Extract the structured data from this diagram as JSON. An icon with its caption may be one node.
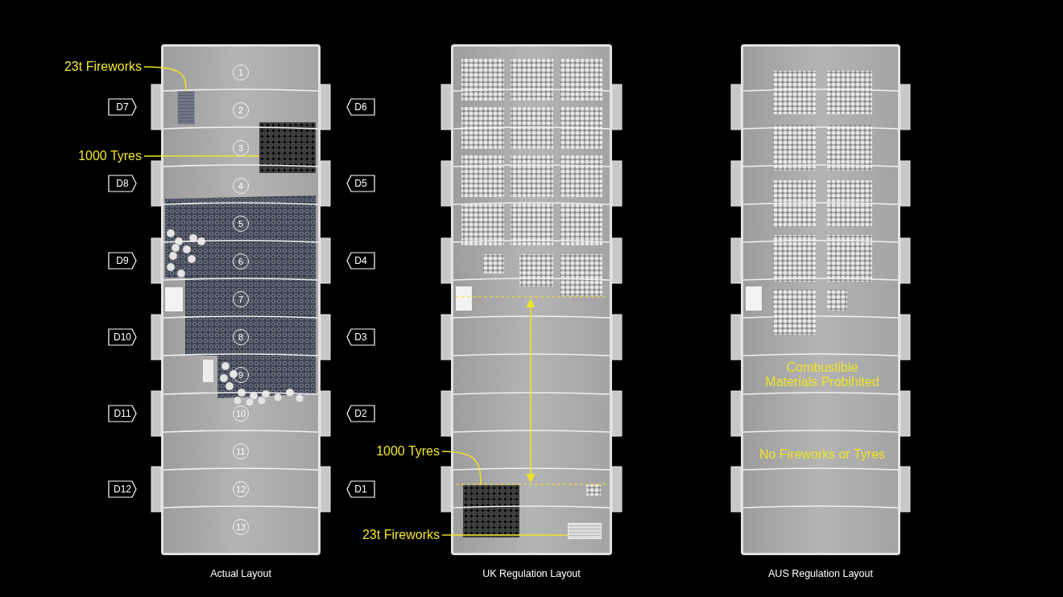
{
  "diagram": {
    "nodes": [
      {
        "text": [
          "Actual Layout"
        ]
      },
      {
        "text": [
          "1"
        ],
        "in": 0
      },
      {
        "text": [
          "2"
        ],
        "in": 0
      },
      {
        "text": [
          "3"
        ],
        "in": 0
      },
      {
        "text": [
          "4"
        ],
        "in": 0
      },
      {
        "text": [
          "5"
        ],
        "in": 0
      },
      {
        "text": [
          "6"
        ],
        "in": 0
      },
      {
        "text": [
          "7"
        ],
        "in": 0
      },
      {
        "text": [
          "8"
        ],
        "in": 0
      },
      {
        "text": [
          "9"
        ],
        "in": 0
      },
      {
        "text": [
          "10"
        ],
        "in": 0
      },
      {
        "text": [
          "11"
        ],
        "in": 0
      },
      {
        "text": [
          "12"
        ],
        "in": 0
      },
      {
        "text": [
          "13"
        ],
        "in": 0
      },
      {
        "text": [],
        "shape": "box",
        "in": 0
      },
      {
        "text": [],
        "shape": "box",
        "in": 0
      },
      {
        "text": [
          "UK Regulation Layout"
        ]
      },
      {
        "text": [],
        "shape": "box",
        "in": 16
      },
      {
        "text": [],
        "shape": "box",
        "in": 16
      },
      {
        "text": [
          "AUS Regulation Layout"
        ]
      },
      {
        "text": [
          "23t Fireworks"
        ]
      },
      {
        "text": [
          "1000 Tyres"
        ]
      },
      {
        "text": [
          "1000 Tyres"
        ]
      },
      {
        "text": [
          "23t Fireworks"
        ]
      },
      {
        "text": [
          "D7"
        ]
      },
      {
        "text": [
          "D6"
        ]
      },
      {
        "text": [
          "D8"
        ]
      },
      {
        "text": [
          "D5"
        ]
      },
      {
        "text": [
          "D9"
        ]
      },
      {
        "text": [
          "D4"
        ]
      },
      {
        "text": [
          "D10"
        ]
      },
      {
        "text": [
          "D3"
        ]
      },
      {
        "text": [
          "D11"
        ]
      },
      {
        "text": [
          "D2"
        ]
      },
      {
        "text": [
          "D12"
        ]
      },
      {
        "text": [
          "D1"
        ]
      }
    ],
    "edges": [
      {
        "from": 20,
        "to": 14,
        "arrow": "none"
      },
      {
        "from": 21,
        "to": 15,
        "arrow": "none"
      },
      {
        "from": 22,
        "to": 17,
        "arrow": "none"
      },
      {
        "from": 23,
        "to": 18,
        "arrow": "none"
      }
    ],
    "labels": [
      "Combustible Materials Probihited",
      "No Fireworks or Tyres"
    ]
  }
}
